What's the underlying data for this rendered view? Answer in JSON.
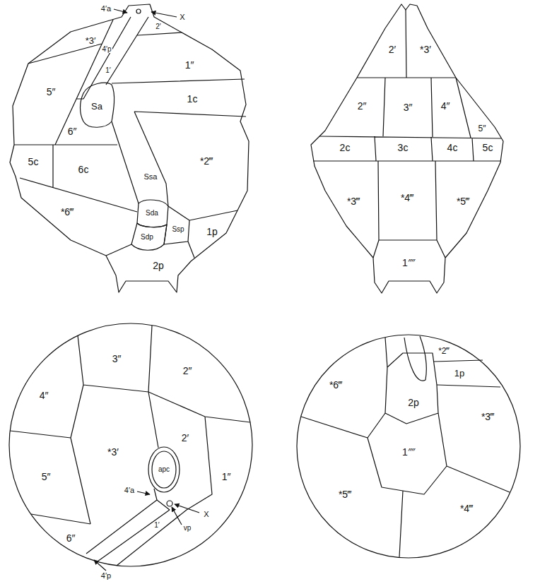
{
  "diagram": {
    "labels": [
      "4′a",
      "X",
      "2′",
      "*3′",
      "4′p",
      "1′",
      "1″",
      "5″",
      "Sa",
      "1c",
      "6″",
      "*2‴",
      "Ssa",
      "5c",
      "6c",
      "Sda",
      "Sdp",
      "Ssp",
      "*6‴",
      "1p",
      "2p",
      "2′",
      "*3′",
      "2″",
      "3″",
      "4″",
      "5″",
      "2c",
      "3c",
      "4c",
      "5c",
      "*3‴",
      "*4‴",
      "*5‴",
      "1⁗",
      "3″",
      "2″",
      "4″",
      "*3′",
      "2′",
      "apc",
      "5″",
      "4′a",
      "X",
      "1″",
      "1′",
      "vp",
      "6″",
      "4′p",
      "*2‴",
      "*6‴",
      "1p",
      "2p",
      "*3‴",
      "1⁗",
      "*5‴",
      "*4‴"
    ]
  }
}
